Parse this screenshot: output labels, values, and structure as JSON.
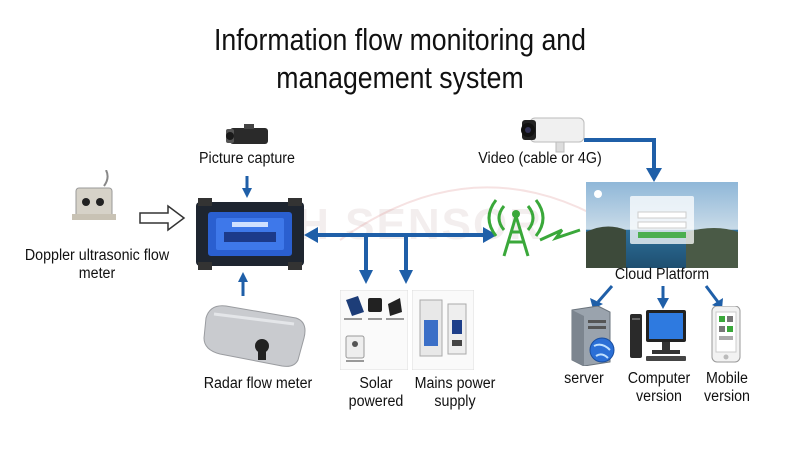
{
  "title_line1": "Information flow monitoring and",
  "title_line2": "management system",
  "watermark": "ECH SENSOR",
  "labels": {
    "picture_capture": "Picture capture",
    "video": "Video (cable or 4G)",
    "doppler_line1": "Doppler ultrasonic flow",
    "doppler_line2": "meter",
    "cloud_platform": "Cloud Platform",
    "radar": "Radar flow meter",
    "solar_line1": "Solar",
    "solar_line2": "powered",
    "mains_line1": "Mains power",
    "mains_line2": "supply",
    "server": "server",
    "computer_line1": "Computer",
    "computer_line2": "version",
    "mobile_line1": "Mobile",
    "mobile_line2": "version"
  },
  "colors": {
    "arrow_blue": "#1f5fa8",
    "signal_green": "#3aa83a",
    "device_blue": "#2a5fd0"
  }
}
